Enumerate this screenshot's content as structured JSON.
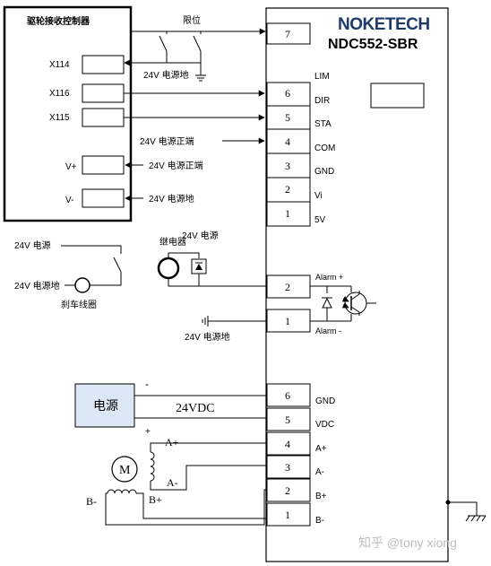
{
  "brand": "NOKETECH",
  "model": "NDC552-SBR",
  "controller": {
    "title": "驱轮接收控制器",
    "ports": [
      {
        "label": "X114"
      },
      {
        "label": "X116"
      },
      {
        "label": "X115"
      },
      {
        "label": "V+"
      },
      {
        "label": "V-"
      }
    ]
  },
  "limit": {
    "label": "限位",
    "ground_label": "24V 电源地"
  },
  "driver_signals": [
    {
      "num": "7",
      "label": ""
    },
    {
      "num": "",
      "label": "LIM"
    },
    {
      "num": "6",
      "label": "DIR"
    },
    {
      "num": "5",
      "label": "STA"
    },
    {
      "num": "4",
      "label": "COM"
    },
    {
      "num": "3",
      "label": "GND"
    },
    {
      "num": "2",
      "label": "Vi"
    },
    {
      "num": "1",
      "label": "5V"
    }
  ],
  "wire_labels": {
    "com_pos": "24V 电源正端",
    "vplus_pos": "24V 电源正端",
    "vminus_gnd": "24V 电源地"
  },
  "brake": {
    "supply": "24V 电源",
    "supply_gnd": "24V 电源地",
    "coil": "刹车线圈",
    "relay": "继电器",
    "relay_supply": "24V 电源",
    "alarm_gnd": "24V 电源地"
  },
  "alarm": {
    "pins": [
      {
        "num": "2",
        "label": "Alarm +"
      },
      {
        "num": "1",
        "label": "Alarm -"
      }
    ]
  },
  "power": {
    "block_label": "电源",
    "voltage": "24VDC",
    "minus": "-",
    "plus": "+",
    "pins": [
      {
        "num": "6",
        "label": "GND"
      },
      {
        "num": "5",
        "label": "VDC"
      }
    ]
  },
  "motor": {
    "label": "M",
    "pins": [
      {
        "num": "4",
        "label": "A+"
      },
      {
        "num": "3",
        "label": "A-"
      },
      {
        "num": "2",
        "label": "B+"
      },
      {
        "num": "1",
        "label": "B-"
      }
    ],
    "wire_labels": {
      "a_plus": "A+",
      "a_minus": "A-",
      "b_plus": "B+",
      "b_minus": "B-"
    }
  },
  "watermark": "知乎 @tony xiong"
}
